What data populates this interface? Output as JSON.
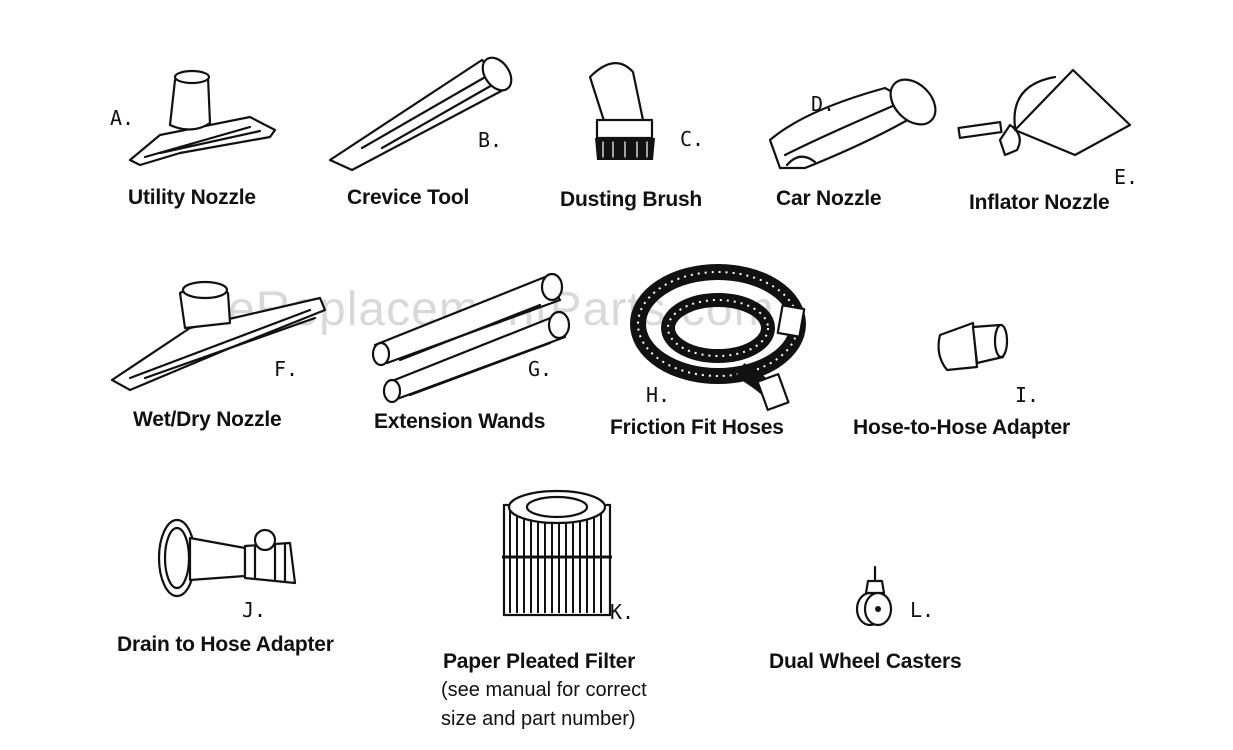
{
  "watermark": "eReplacementParts.com",
  "parts": [
    {
      "key": "A",
      "letter": "A.",
      "label": "Utility Nozzle",
      "icon": "utility-nozzle-icon"
    },
    {
      "key": "B",
      "letter": "B.",
      "label": "Crevice Tool",
      "icon": "crevice-tool-icon"
    },
    {
      "key": "C",
      "letter": "C.",
      "label": "Dusting Brush",
      "icon": "dusting-brush-icon"
    },
    {
      "key": "D",
      "letter": "D.",
      "label": "Car Nozzle",
      "icon": "car-nozzle-icon"
    },
    {
      "key": "E",
      "letter": "E.",
      "label": "Inflator Nozzle",
      "icon": "inflator-nozzle-icon"
    },
    {
      "key": "F",
      "letter": "F.",
      "label": "Wet/Dry Nozzle",
      "icon": "wet-dry-nozzle-icon"
    },
    {
      "key": "G",
      "letter": "G.",
      "label": "Extension Wands",
      "icon": "extension-wands-icon"
    },
    {
      "key": "H",
      "letter": "H.",
      "label": "Friction Fit Hoses",
      "icon": "friction-fit-hose-icon"
    },
    {
      "key": "I",
      "letter": "I.",
      "label": "Hose-to-Hose Adapter",
      "icon": "hose-to-hose-adapter-icon"
    },
    {
      "key": "J",
      "letter": "J.",
      "label": "Drain to Hose Adapter",
      "icon": "drain-to-hose-adapter-icon"
    },
    {
      "key": "K",
      "letter": "K.",
      "label": "Paper Pleated Filter",
      "note_line1": "(see manual for correct",
      "note_line2": "size and part number)",
      "icon": "paper-pleated-filter-icon"
    },
    {
      "key": "L",
      "letter": "L.",
      "label": "Dual Wheel Casters",
      "icon": "dual-wheel-caster-icon"
    }
  ]
}
